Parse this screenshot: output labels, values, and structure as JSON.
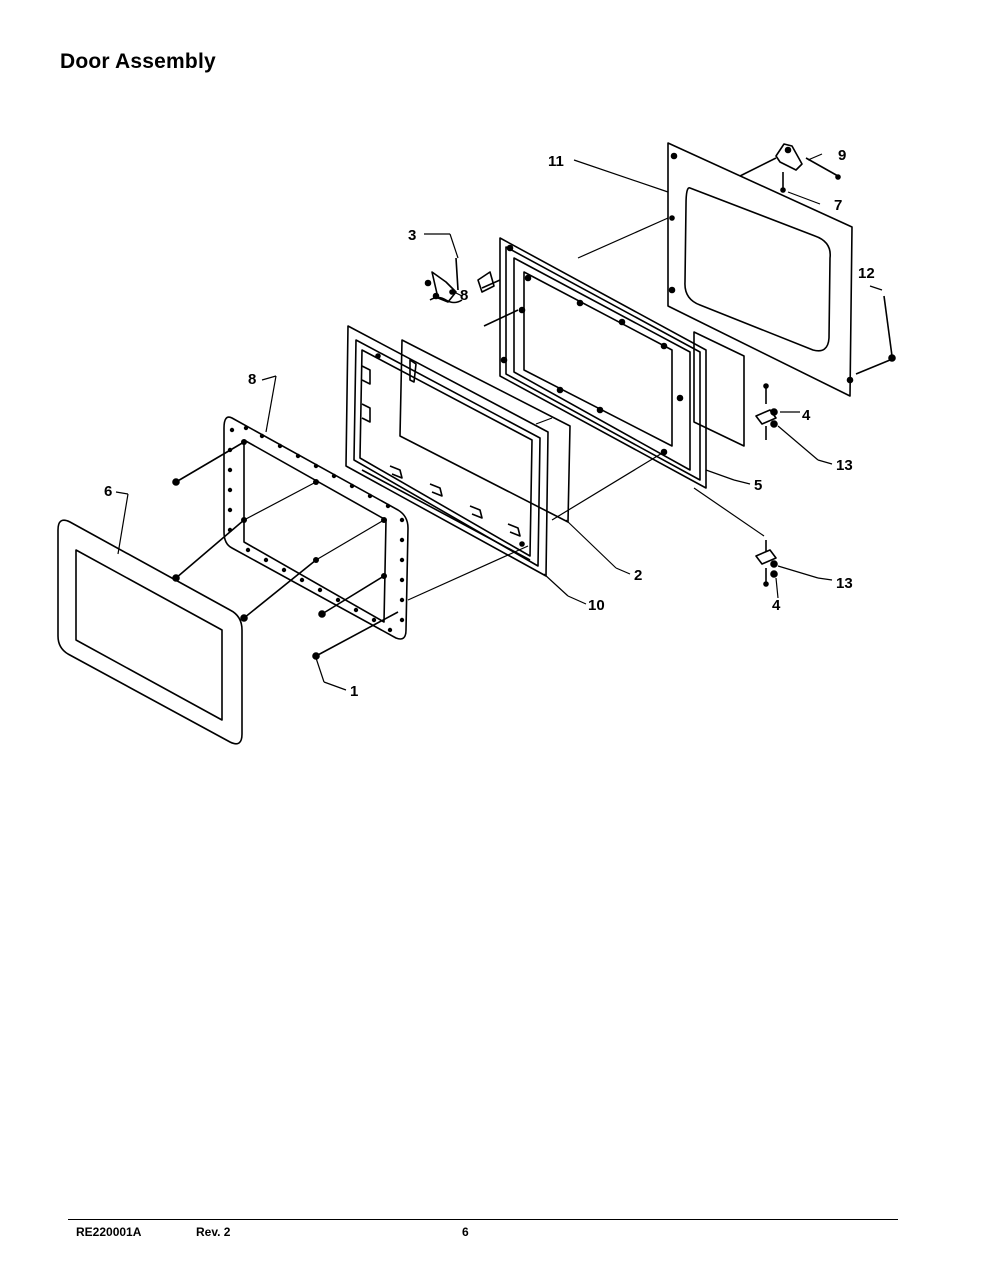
{
  "title": "Door Assembly",
  "callouts": [
    "1",
    "2",
    "3",
    "4",
    "5",
    "6",
    "7",
    "8",
    "9",
    "10",
    "11",
    "12",
    "13"
  ],
  "footer": {
    "doc_number": "RE220001A",
    "revision": "Rev. 2",
    "page": "6"
  }
}
